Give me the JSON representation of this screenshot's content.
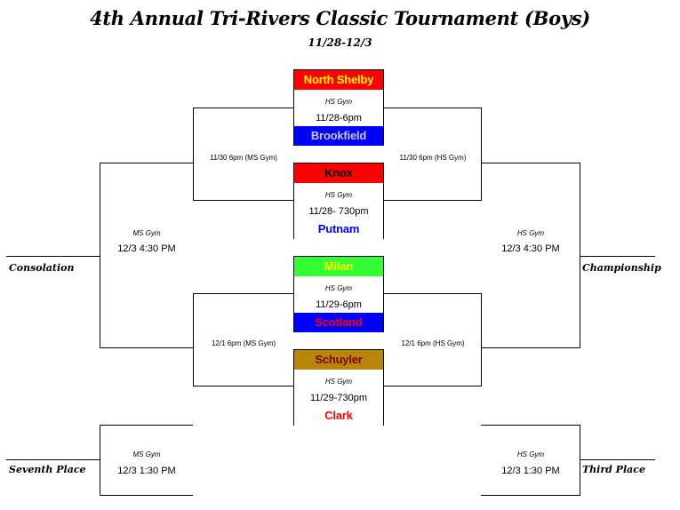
{
  "title": "4th Annual Tri-Rivers Classic Tournament (Boys)",
  "dates": "11/28-12/3",
  "first_round": [
    {
      "top_team": {
        "name": "North Shelby",
        "bg": "#ff0000",
        "fg": "#ffff00"
      },
      "venue": "HS Gym",
      "time": "11/28-6pm",
      "bottom_team": {
        "name": "Brookfield",
        "bg": "#0000ff",
        "fg": "#c8c8c8"
      }
    },
    {
      "top_team": {
        "name": "Knox",
        "bg": "#ff0000",
        "fg": "#000000"
      },
      "venue": "HS Gym",
      "time": "11/28- 730pm",
      "bottom_team": {
        "name": "Putnam",
        "bg": "#ffffff",
        "fg": "#0000ff"
      }
    },
    {
      "top_team": {
        "name": "Milan",
        "bg": "#33ff33",
        "fg": "#ffff00"
      },
      "venue": "HS Gym",
      "time": "11/29-6pm",
      "bottom_team": {
        "name": "Scotland",
        "bg": "#0000ff",
        "fg": "#ff0000"
      }
    },
    {
      "top_team": {
        "name": "Schuyler",
        "bg": "#b8860b",
        "fg": "#800000"
      },
      "venue": "HS Gym",
      "time": "11/29-730pm",
      "bottom_team": {
        "name": "Clark",
        "bg": "#ffffff",
        "fg": "#ff0000"
      }
    }
  ],
  "second_round": {
    "upper_left": "11/30 6pm (MS Gym)",
    "upper_right": "11/30 6pm (HS Gym)",
    "lower_left": "12/1 6pm (MS Gym)",
    "lower_right": "12/1 6pm (HS Gym)"
  },
  "finals": {
    "consolation": {
      "label": "Consolation",
      "venue": "MS Gym",
      "time": "12/3 4:30 PM"
    },
    "championship": {
      "label": "Championship",
      "venue": "HS Gym",
      "time": "12/3 4:30 PM"
    },
    "seventh_place": {
      "label": "Seventh Place",
      "venue": "MS Gym",
      "time": "12/3 1:30 PM"
    },
    "third_place": {
      "label": "Third Place",
      "venue": "HS Gym",
      "time": "12/3 1:30 PM"
    }
  }
}
